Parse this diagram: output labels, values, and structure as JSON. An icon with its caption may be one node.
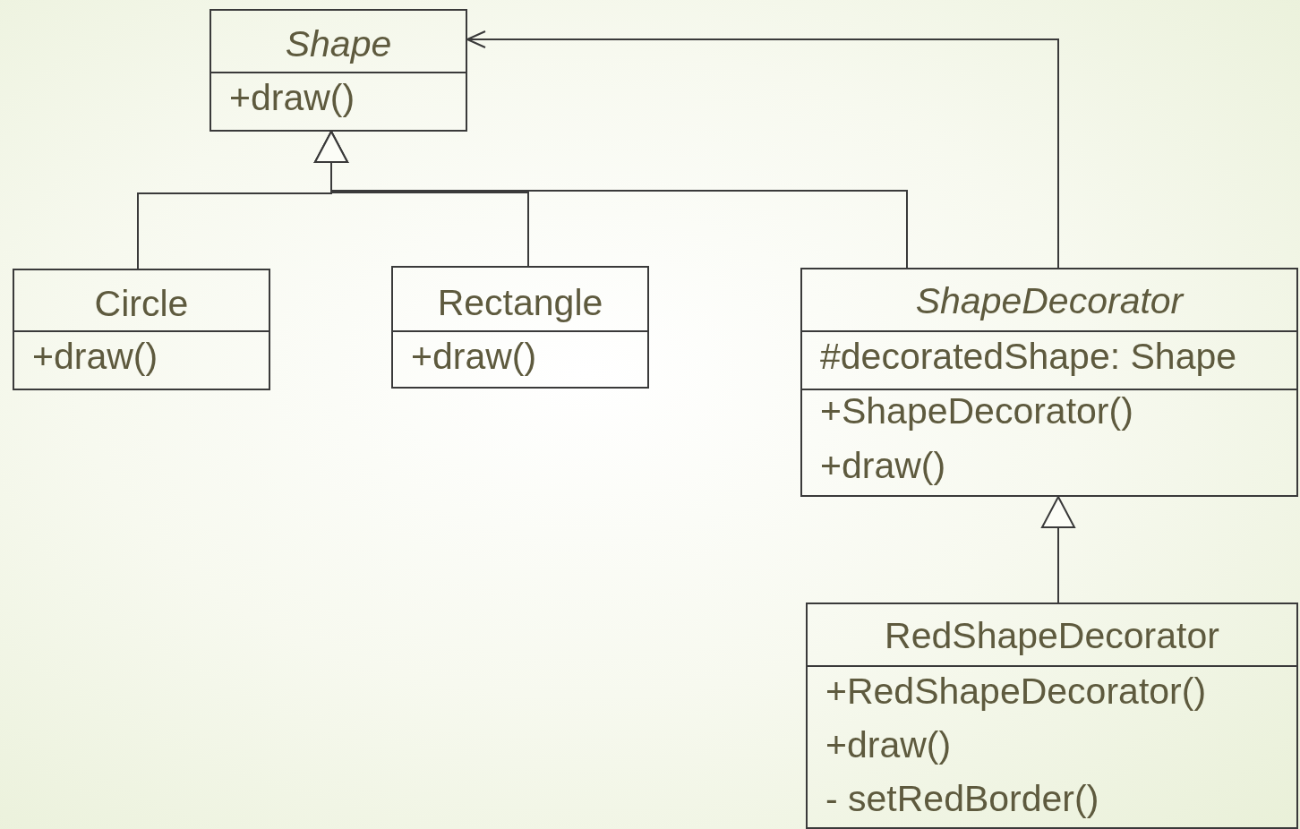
{
  "diagram": {
    "nodes": [
      {
        "text": [
          "Shape",
          "+draw()"
        ]
      },
      {
        "text": [
          "Circle",
          "+draw()"
        ]
      },
      {
        "text": [
          "Rectangle",
          "+draw()"
        ]
      },
      {
        "text": [
          "ShapeDecorator",
          "#decoratedShape: Shape",
          "+ShapeDecorator()",
          "+draw()"
        ]
      },
      {
        "text": [
          "RedShapeDecorator",
          "+RedShapeDecorator()",
          "+draw()",
          "- setRedBorder()"
        ]
      }
    ],
    "edges": [
      {
        "from": 1,
        "to": 0,
        "arrow": "to"
      },
      {
        "from": 2,
        "to": 0,
        "arrow": "to"
      },
      {
        "from": 3,
        "to": 0,
        "arrow": "to"
      },
      {
        "from": 3,
        "to": 0,
        "arrow": "to"
      },
      {
        "from": 4,
        "to": 3,
        "arrow": "to"
      }
    ]
  }
}
